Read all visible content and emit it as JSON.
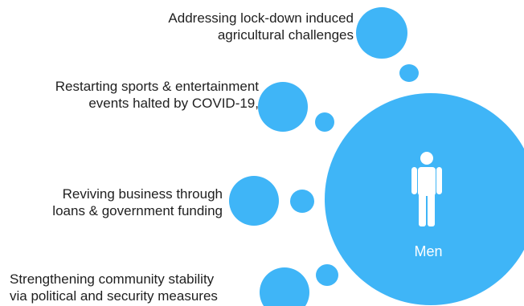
{
  "colors": {
    "bubble": "#3fb5f7",
    "text": "#1f1f1f",
    "center_text": "#ffffff"
  },
  "items": [
    {
      "line1": "Addressing lock-down induced",
      "line2": "agricultural challenges"
    },
    {
      "line1": "Restarting sports & entertainment",
      "line2": "events halted by COVID-19,"
    },
    {
      "line1": "Reviving business through",
      "line2": "loans & government funding"
    },
    {
      "line1": "Strengthening community stability",
      "line2": "via political and security measures"
    }
  ],
  "center": {
    "label": "Men",
    "icon": "person-icon"
  }
}
